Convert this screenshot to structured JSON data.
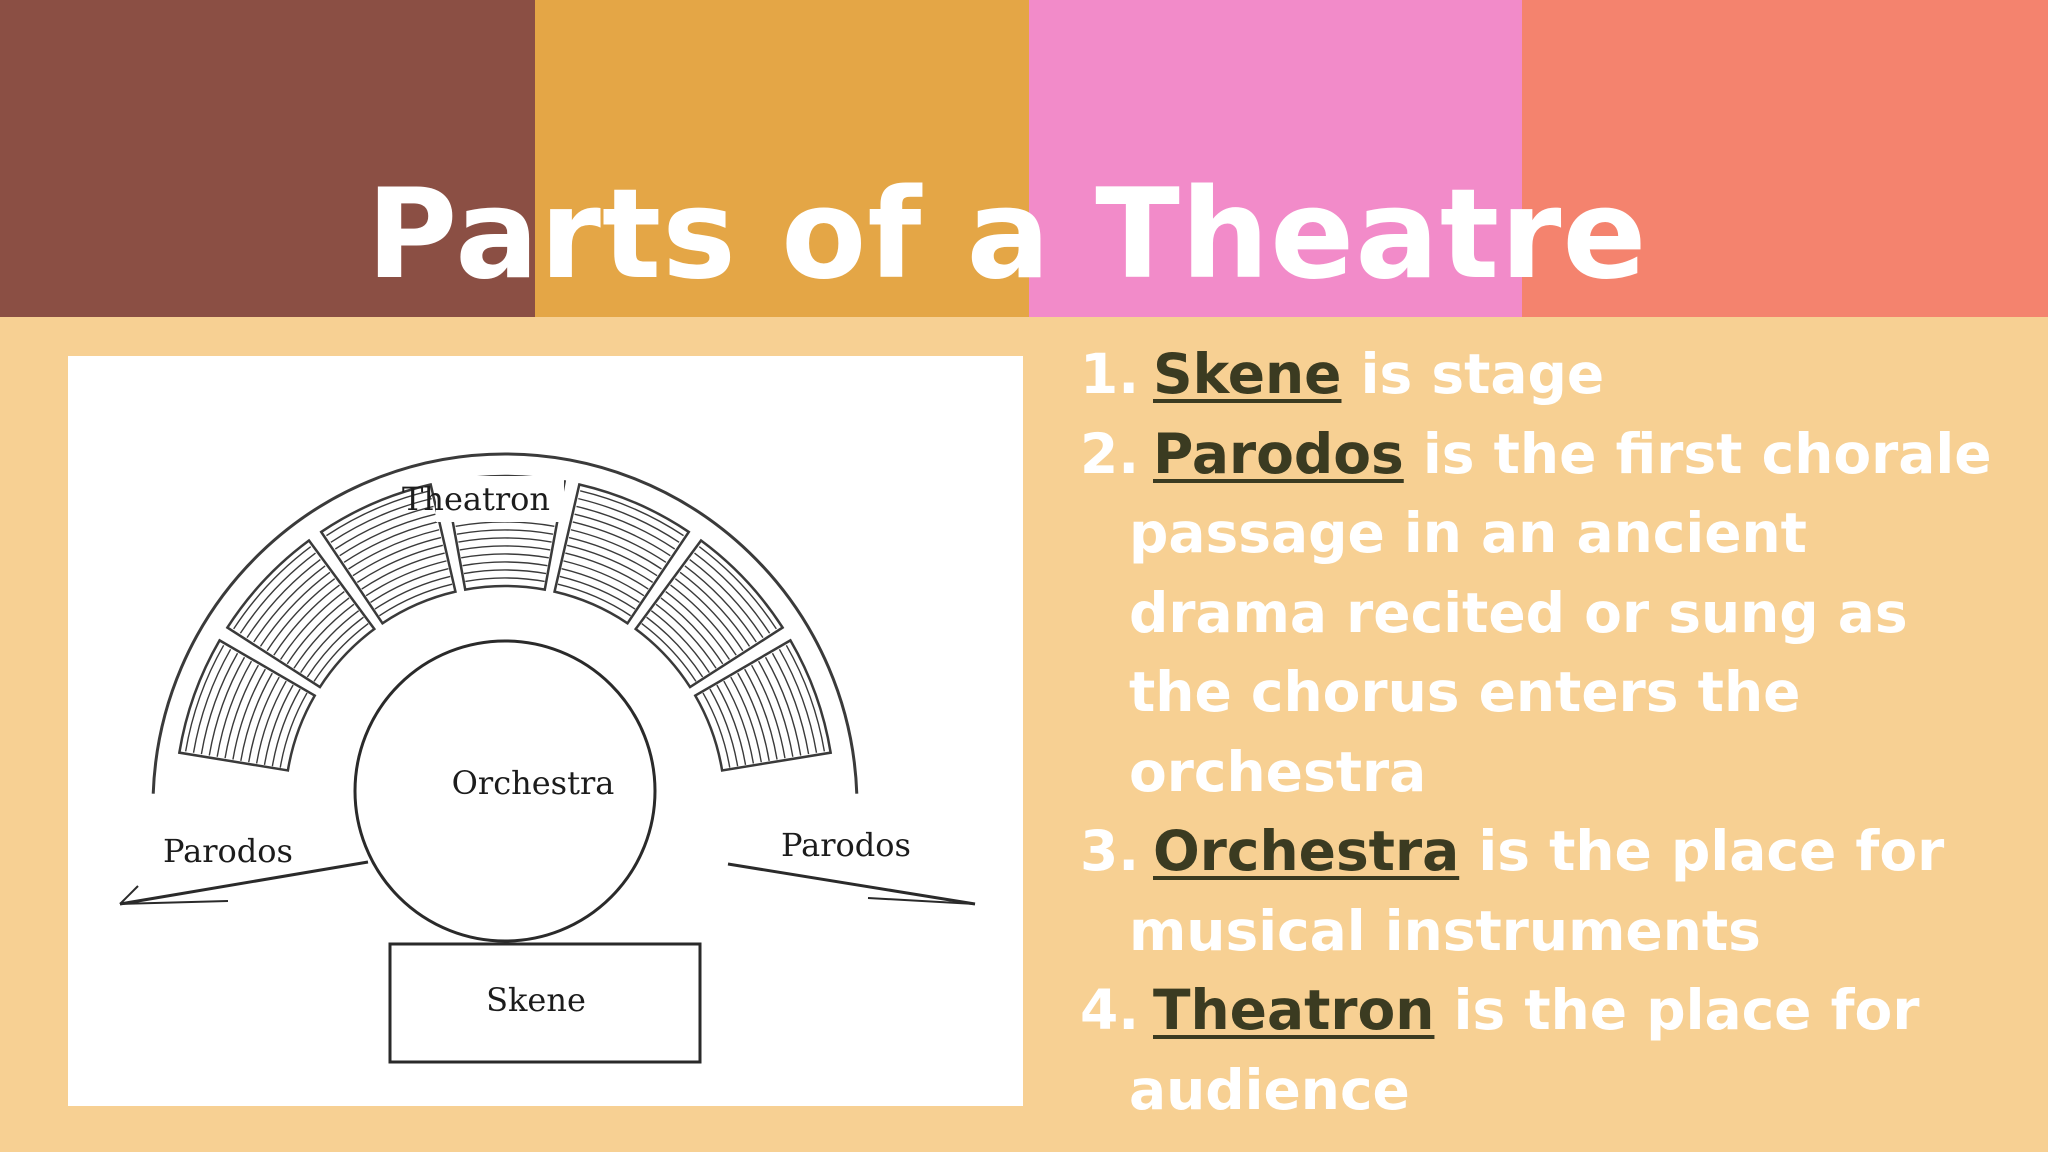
{
  "title": "Parts of a Theatre",
  "colors": {
    "band_1": "#8b4f44",
    "band_2": "#e4a646",
    "band_3": "#f28bc9",
    "band_4": "#f4836e",
    "background": "#f7d093",
    "term": "#3b3b21",
    "text": "#ffffff"
  },
  "diagram": {
    "labels": {
      "theatron": "Theatron",
      "orchestra": "Orchestra",
      "parodos_left": "Parodos",
      "parodos_right": "Parodos",
      "skene": "Skene"
    }
  },
  "items": [
    {
      "number": "1.",
      "term": "Skene",
      "text": " is stage"
    },
    {
      "number": "2.",
      "term": "Parodos",
      "text": " is the first chorale passage in an ancient drama recited or sung as the chorus enters the orchestra"
    },
    {
      "number": "3.",
      "term": "Orchestra",
      "text": " is the place for musical instruments"
    },
    {
      "number": "4.",
      "term": "Theatron",
      "text": " is the place for audience"
    }
  ]
}
